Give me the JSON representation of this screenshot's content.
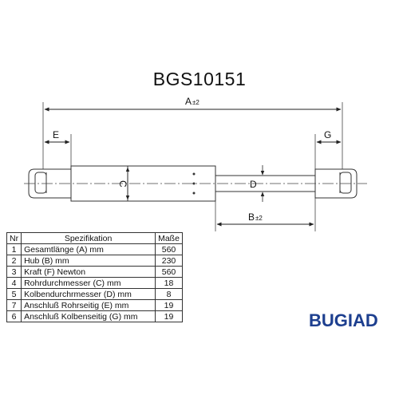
{
  "part_number": "BGS10151",
  "drawing": {
    "dim_a": "A",
    "dim_b": "B",
    "dim_c": "C",
    "dim_d": "D",
    "dim_e": "E",
    "dim_g": "G",
    "tolerance_symbol": "±2"
  },
  "table": {
    "headers": {
      "nr": "Nr",
      "spec": "Spezifikation",
      "value": "Maße"
    },
    "rows": [
      {
        "nr": "1",
        "spec": "Gesamtlänge (A) mm",
        "value": "560"
      },
      {
        "nr": "2",
        "spec": "Hub (B)  mm",
        "value": "230"
      },
      {
        "nr": "3",
        "spec": "Kraft (F) Newton",
        "value": "560"
      },
      {
        "nr": "4",
        "spec": "Rohrdurchmesser (C) mm",
        "value": "18"
      },
      {
        "nr": "5",
        "spec": "Kolbendurchrmesser (D) mm",
        "value": "8"
      },
      {
        "nr": "7",
        "spec": "Anschluß Rohrseitig (E) mm",
        "value": "19"
      },
      {
        "nr": "6",
        "spec": "Anschluß Kolbenseitig (G) mm",
        "value": "19"
      }
    ]
  },
  "brand": "BUGIAD"
}
